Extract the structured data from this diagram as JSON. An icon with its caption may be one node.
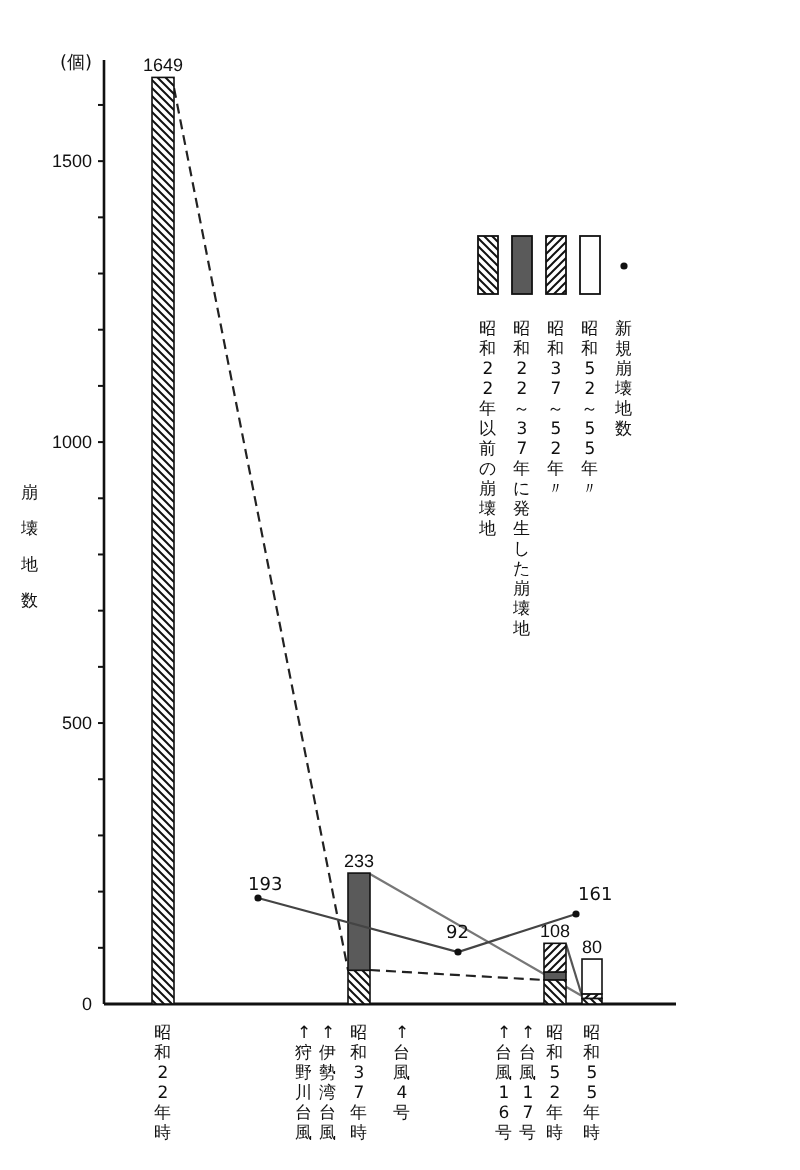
{
  "diagram": {
    "labels": [
      "(個)",
      "193",
      "92",
      "161",
      "↑狩野川台風",
      "↑伊勢湾台風",
      "↑台風4号",
      "↑台風16号",
      "↑台風17号"
    ],
    "legend": [
      {
        "text": "新規崩壊地数"
      }
    ],
    "chart_data": {
      "type": "bar",
      "stacked": true,
      "ylabel": "崩壊地数",
      "ylim": [
        0,
        1680
      ],
      "yticks": [
        0,
        500,
        1000,
        1500
      ],
      "categories": [
        "昭和22年時",
        "昭和37年時",
        "昭和52年時",
        "昭和55年時"
      ],
      "series": [
        {
          "name": "昭和22年以前の崩壊地",
          "values": [
            1649,
            60,
            43,
            10
          ]
        },
        {
          "name": "昭和22～37年に発生した崩壊地",
          "values": [
            null,
            173,
            14,
            null
          ]
        },
        {
          "name": "昭和37～52年〃",
          "values": [
            null,
            null,
            51,
            8
          ]
        },
        {
          "name": "昭和52～55年〃",
          "values": [
            null,
            null,
            null,
            62
          ]
        }
      ],
      "annotations": [
        {
          "x": "昭和22年時",
          "y": 1649,
          "text": "1649"
        },
        {
          "x": "昭和37年時",
          "y": 233,
          "text": "233"
        },
        {
          "x": "昭和52年時",
          "y": 108,
          "text": "108"
        },
        {
          "x": "昭和55年時",
          "y": 80,
          "text": "80"
        }
      ]
    }
  }
}
